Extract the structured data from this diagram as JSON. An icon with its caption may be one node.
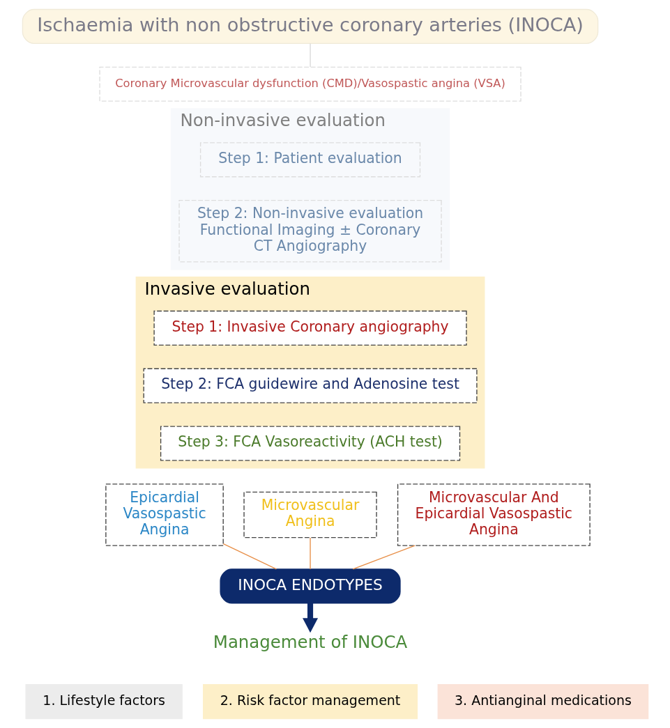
{
  "diagram": {
    "nodes": [
      {
        "text": [
          "Ischaemia with non obstructive coronary arteries (INOCA)"
        ]
      },
      {
        "text": [
          "Coronary Microvascular dysfunction (CMD)/Vasospastic angina (VSA)"
        ]
      },
      {
        "text": [
          "Non-invasive evaluation"
        ]
      },
      {
        "text": [
          "Step 1: Patient evaluation"
        ],
        "in": 2
      },
      {
        "text": [
          "Step 2: Non-invasive evaluation Functional Imaging ± Coronary CT Angiography"
        ],
        "in": 2
      },
      {
        "text": [
          "Invasive evaluation"
        ]
      },
      {
        "text": [
          "Step 1: Invasive Coronary angiography"
        ],
        "in": 5
      },
      {
        "text": [
          "Step 2: FCA guidewire and Adenosine test"
        ],
        "in": 5
      },
      {
        "text": [
          "Step 3: FCA Vasoreactivity (ACH test)"
        ],
        "in": 5
      },
      {
        "text": [
          "Epicardial Vasospastic Angina"
        ]
      },
      {
        "text": [
          "Microvascular Angina"
        ]
      },
      {
        "text": [
          "Microvascular And Epicardial Vasospastic Angina"
        ]
      },
      {
        "text": [
          "INOCA ENDOTYPES"
        ]
      },
      {
        "text": [
          "Management of INOCA"
        ]
      },
      {
        "text": [
          "1. Lifestyle factors"
        ]
      },
      {
        "text": [
          "2. Risk factor management"
        ]
      },
      {
        "text": [
          "3. Antianginal medications"
        ]
      }
    ],
    "edges": [
      {
        "from": 0,
        "to": 1,
        "arrow": "none",
        "color": "#d8d8d8"
      },
      {
        "from": 9,
        "to": 12,
        "arrow": "none",
        "color": "#e8904a"
      },
      {
        "from": 10,
        "to": 12,
        "arrow": "none",
        "color": "#e8904a"
      },
      {
        "from": 11,
        "to": 12,
        "arrow": "none",
        "color": "#e8904a"
      },
      {
        "from": 12,
        "to": 13,
        "arrow": "to",
        "style": "thick",
        "color": "#0d2a6b"
      }
    ]
  }
}
